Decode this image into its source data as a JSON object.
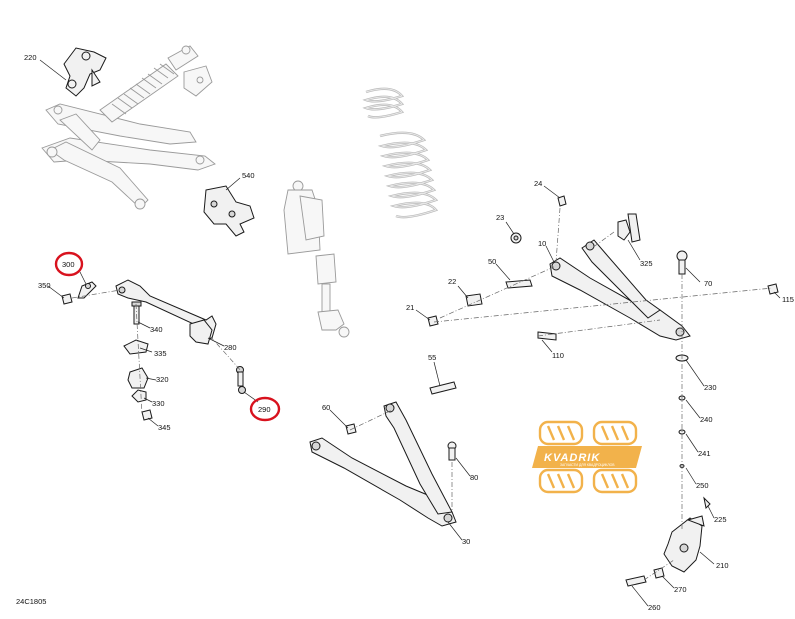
{
  "diagram": {
    "reference_code": "24C1805",
    "highlighted_callouts": [
      "300",
      "290"
    ],
    "watermark": {
      "logo_text": "KVADRIK",
      "tagline": "ЗАПЧАСТИ ДЛЯ КВАДРОЦИКЛОВ",
      "color": "#f2b24b"
    },
    "highlight_color": "#d8121e",
    "callouts": {
      "c220": "220",
      "c540": "540",
      "c24": "24",
      "c23": "23",
      "c10": "10",
      "c325": "325",
      "c50": "50",
      "c70": "70",
      "c115": "115",
      "c22": "22",
      "c21": "21",
      "c110": "110",
      "c300": "300",
      "c350": "350",
      "c340": "340",
      "c335": "335",
      "c280": "280",
      "c320": "320",
      "c330": "330",
      "c345": "345",
      "c290": "290",
      "c55": "55",
      "c60": "60",
      "c230": "230",
      "c240": "240",
      "c241": "241",
      "c80": "80",
      "c250": "250",
      "c225": "225",
      "c30": "30",
      "c210": "210",
      "c270": "270",
      "c260": "260"
    }
  }
}
